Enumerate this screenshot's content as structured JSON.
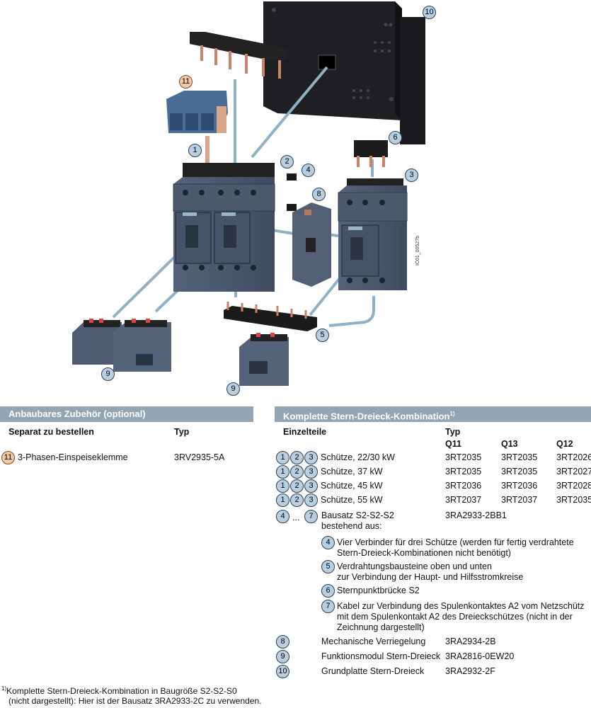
{
  "figure": {
    "code": "IC01_00527b",
    "callouts": [
      "1",
      "2",
      "3",
      "4",
      "5",
      "6",
      "8",
      "9",
      "9",
      "10",
      "11"
    ]
  },
  "left_section": {
    "header": "Anbaubares Zubehör (optional)",
    "col1": "Separat zu bestellen",
    "col2": "Typ",
    "row": {
      "num": "11",
      "desc": "3-Phasen-Einspeiseklemme",
      "type": "3RV2935-5A"
    }
  },
  "right_section": {
    "header": "Komplette Stern-Dreieck-Kombination",
    "header_sup": "1)",
    "col_einzelteile": "Einzelteile",
    "col_typ": "Typ",
    "col_q11": "Q11",
    "col_q13": "Q13",
    "col_q12": "Q12",
    "schuetze_rows": [
      {
        "desc": "Schütze, 22/30 kW",
        "q11": "3RT2035",
        "q13": "3RT2035",
        "q12": "3RT2026"
      },
      {
        "desc": "Schütze, 37 kW",
        "q11": "3RT2035",
        "q13": "3RT2035",
        "q12": "3RT2027"
      },
      {
        "desc": "Schütze, 45 kW",
        "q11": "3RT2036",
        "q13": "3RT2036",
        "q12": "3RT2028"
      },
      {
        "desc": "Schütze, 55 kW",
        "q11": "3RT2037",
        "q13": "3RT2037",
        "q12": "3RT2035"
      }
    ],
    "bausatz": {
      "from": "4",
      "dots": "...",
      "to": "7",
      "line1": "Bausatz S2-S2-S2",
      "line2": "bestehend aus:",
      "type": "3RA2933-2BB1"
    },
    "sub_items": [
      {
        "num": "4",
        "lines": [
          "Vier Verbinder für drei Schütze (werden für fertig verdrahtete",
          "Stern-Dreieck-Kombinationen nicht benötigt)"
        ]
      },
      {
        "num": "5",
        "lines": [
          "Verdrahtungsbausteine oben und unten",
          "zur Verbindung der Haupt- und Hilfsstromkreise"
        ]
      },
      {
        "num": "6",
        "lines": [
          "Sternpunktbrücke S2"
        ]
      },
      {
        "num": "7",
        "lines": [
          "Kabel zur Verbindung des Spulenkontaktes A2 vom Netzschütz",
          "mit dem Spulenkontakt A2 des Dreieckschützes (nicht in der",
          "Zeichnung dargestellt)"
        ]
      }
    ],
    "bottom_rows": [
      {
        "num": "8",
        "desc": "Mechanische Verriegelung",
        "type": "3RA2934-2B"
      },
      {
        "num": "9",
        "desc": "Funktionsmodul Stern-Dreieck",
        "type": "3RA2816-0EW20"
      },
      {
        "num": "10",
        "desc": "Grundplatte Stern-Dreieck",
        "type": "3RA2932-2F"
      }
    ]
  },
  "footnote": {
    "sup": "1)",
    "line1": "Komplette Stern-Dreieck-Kombination in Baugröße S2-S2-S0",
    "line2": "(nicht dargestellt): Hier ist der Bausatz 3RA2933-2C zu verwenden."
  }
}
